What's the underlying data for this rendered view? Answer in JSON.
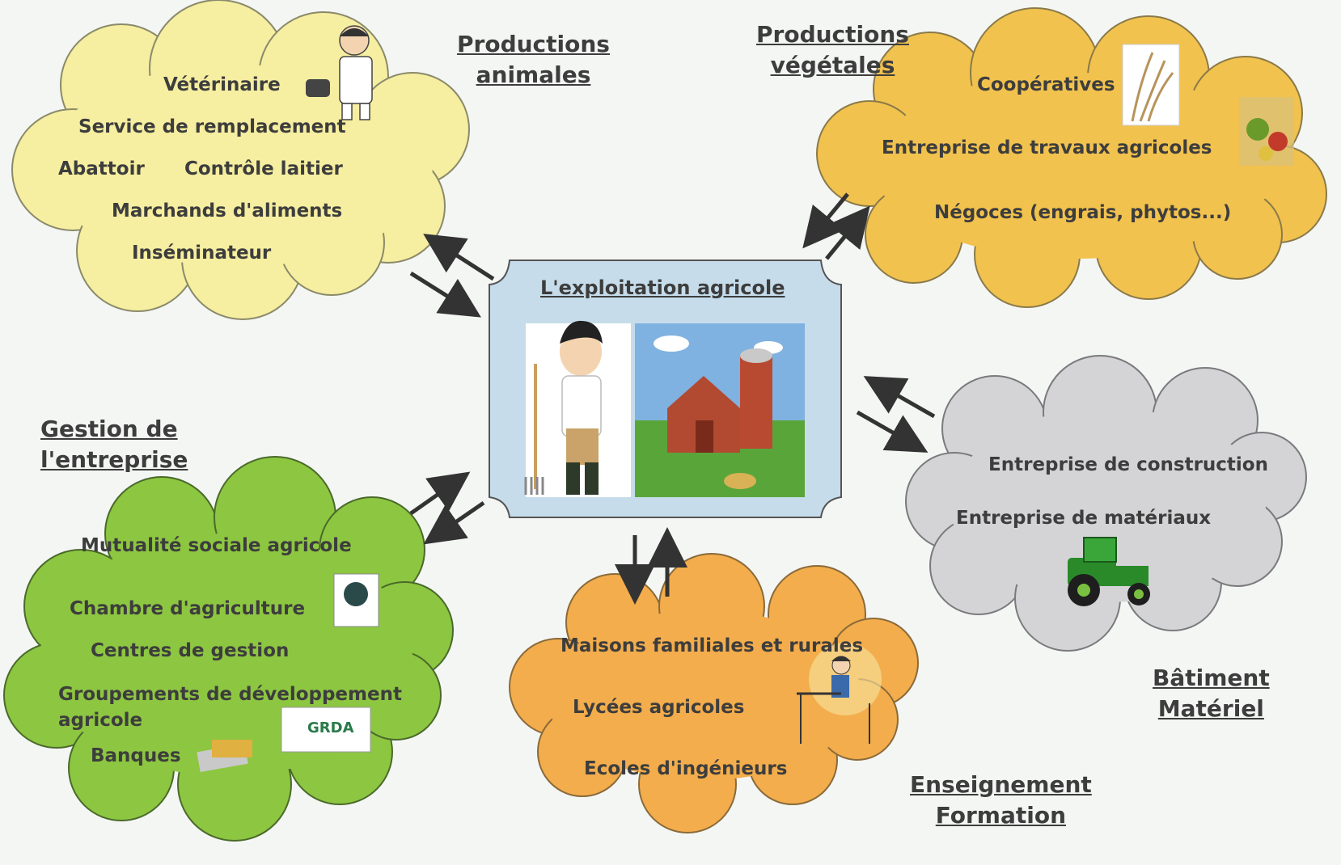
{
  "center": {
    "title": "L'exploitation agricole"
  },
  "groups": {
    "animal": {
      "title_line1": "Productions",
      "title_line2": "animales",
      "items": [
        "Vétérinaire",
        "Service de remplacement",
        "Abattoir",
        "Contrôle laitier",
        "Marchands d'aliments",
        "Inséminateur"
      ],
      "color": "#f6eea0"
    },
    "vegetal": {
      "title_line1": "Productions",
      "title_line2": "végétales",
      "items": [
        "Coopératives",
        "Entreprise de travaux agricoles",
        "Négoces (engrais, phytos...)"
      ],
      "color": "#f2c24e"
    },
    "management": {
      "title_line1": "Gestion de",
      "title_line2": "l'entreprise",
      "items": [
        "Mutualité sociale agricole",
        "Chambre d'agriculture",
        "Centres de gestion",
        "Groupements de développement",
        "agricole",
        "Banques"
      ],
      "color": "#8dc641"
    },
    "building": {
      "title_line1": "Bâtiment",
      "title_line2": "Matériel",
      "items": [
        "Entreprise de construction",
        "Entreprise de matériaux"
      ],
      "color": "#d4d4d6"
    },
    "education": {
      "title_line1": "Enseignement",
      "title_line2": "Formation",
      "items": [
        "Maisons familiales et rurales",
        "Lycées agricoles",
        "Ecoles d'ingénieurs"
      ],
      "color": "#f3ad4c"
    }
  },
  "logo_text": "GRDA"
}
